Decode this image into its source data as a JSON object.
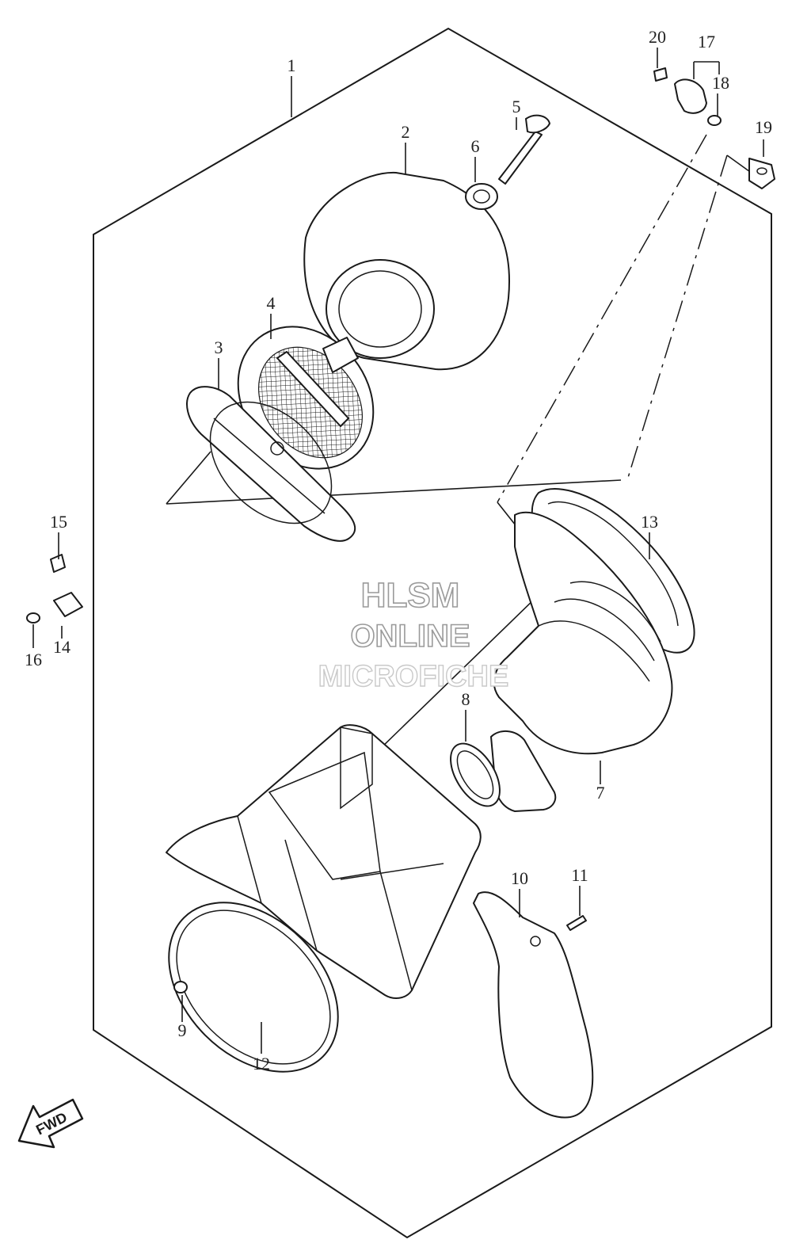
{
  "watermark": {
    "line1": "HLSM",
    "line2": "ONLINE",
    "line3": "MICROFICHE"
  },
  "fwd_label": "FWD",
  "callouts": [
    {
      "id": "c1",
      "text": "1"
    },
    {
      "id": "c2",
      "text": "2"
    },
    {
      "id": "c3",
      "text": "3"
    },
    {
      "id": "c4",
      "text": "4"
    },
    {
      "id": "c5",
      "text": "5"
    },
    {
      "id": "c6",
      "text": "6"
    },
    {
      "id": "c7",
      "text": "7"
    },
    {
      "id": "c8",
      "text": "8"
    },
    {
      "id": "c9",
      "text": "9"
    },
    {
      "id": "c10",
      "text": "10"
    },
    {
      "id": "c11",
      "text": "11"
    },
    {
      "id": "c12",
      "text": "12"
    },
    {
      "id": "c13",
      "text": "13"
    },
    {
      "id": "c14",
      "text": "14"
    },
    {
      "id": "c15",
      "text": "15"
    },
    {
      "id": "c16",
      "text": "16"
    },
    {
      "id": "c17",
      "text": "17"
    },
    {
      "id": "c18",
      "text": "18"
    },
    {
      "id": "c19",
      "text": "19"
    },
    {
      "id": "c20",
      "text": "20"
    }
  ]
}
